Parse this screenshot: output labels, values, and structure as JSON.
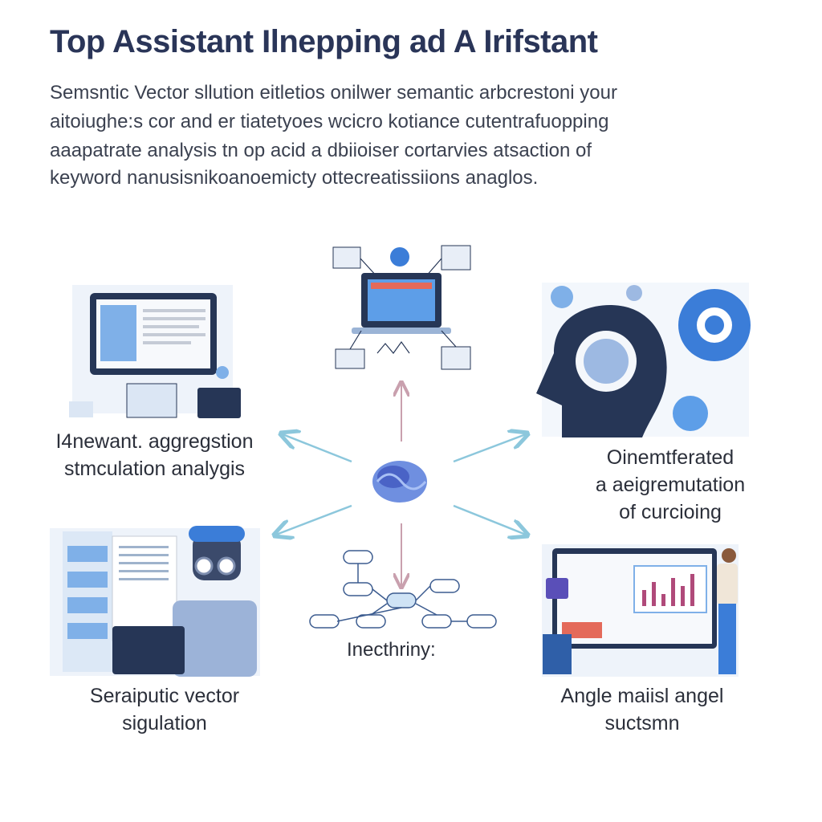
{
  "title": "Top Assistant Ilnepping ad A Irifstant",
  "paragraph": [
    "Semsntic Vector sllution eitletios onilwer semantic arbcrestoni your",
    "aitoiughe:s cor and er tiatetyoes wcicro kotiance cutentrafuopping",
    "aaapatrate analysis tn op acid a dbiioiser cortarvies atsaction of",
    "keyword nanusisnikoanoemicty ottecreatissiions anaglos."
  ],
  "nodes": {
    "left_top": [
      "I4newant. aggregstion",
      "stmculation analygis"
    ],
    "right_top": [
      "Oinemtferated",
      "a aeigremutation",
      "of curcioing"
    ],
    "bottom_left": [
      "Seraiputic vector",
      "sigulation"
    ],
    "center_bottom": [
      "Inecthriny:"
    ],
    "bottom_right": [
      "Angle maiisl angel",
      "suctsmn"
    ]
  },
  "colors": {
    "title": "#2a3558",
    "arrow_blue": "#8cc7dc",
    "arrow_pink": "#c9a0ae",
    "accent": "#3b7dd8",
    "navy": "#263656"
  }
}
